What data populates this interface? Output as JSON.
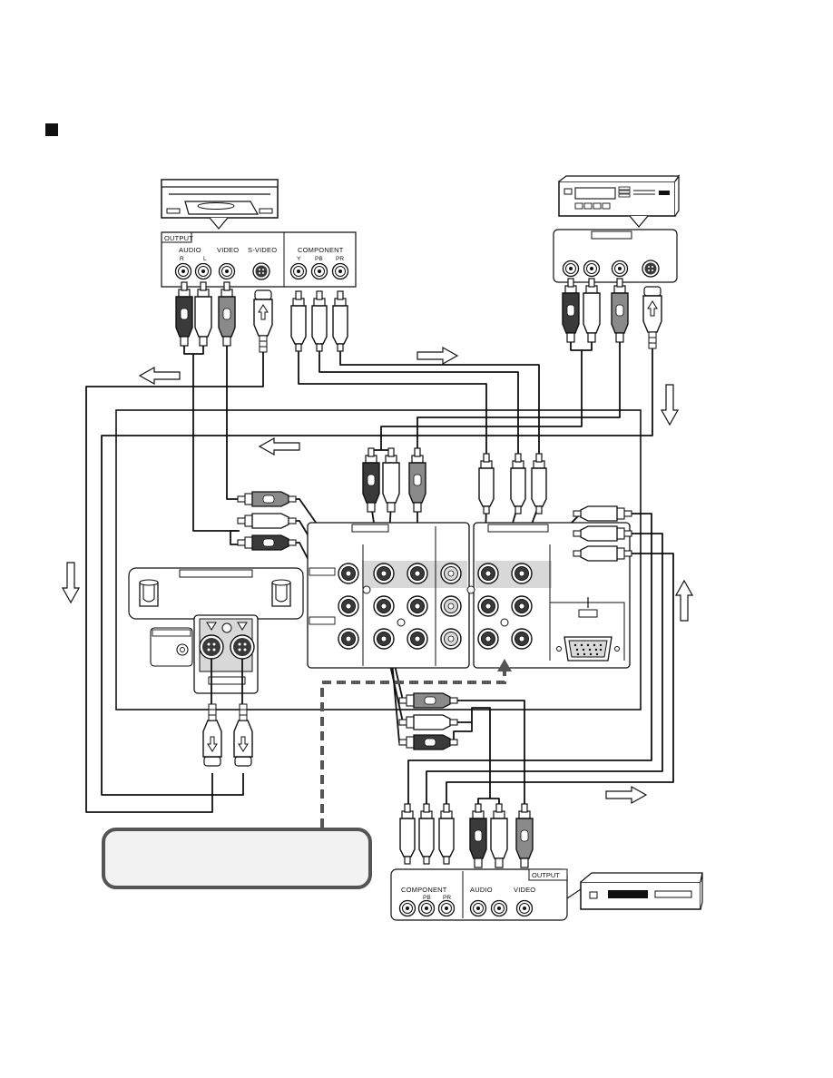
{
  "source_device": {
    "output_label": "OUTPUT",
    "audio_label": "AUDIO",
    "r_label": "R",
    "l_label": "L",
    "video_label": "VIDEO",
    "svideo_label": "S-VIDEO",
    "component_label": "COMPONENT",
    "y_label": "Y",
    "pb_label": "PB",
    "pr_label": "PR"
  },
  "recorder_device": {
    "component_label": "COMPONENT",
    "pb_label": "PB",
    "pr_label": "PR",
    "audio_label": "AUDIO",
    "video_label": "VIDEO",
    "output_label": "OUTPUT"
  },
  "colors": {
    "line": "#111111",
    "dark_plug": "#3a3a3a",
    "mid_plug": "#8a8a8a",
    "panel_grey": "#d8d8d8",
    "callout_fill": "#f2f2f2",
    "callout_stroke": "#555555"
  }
}
